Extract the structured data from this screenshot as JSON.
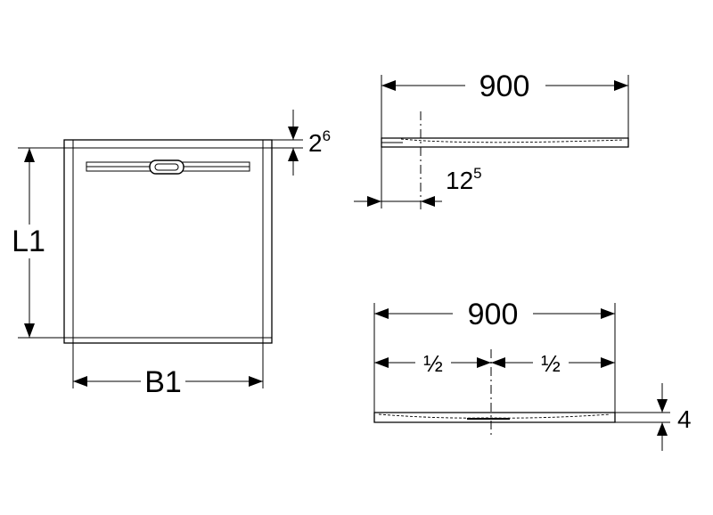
{
  "plan": {
    "length_label": "L1",
    "width_label": "B1",
    "edge_height_base": "2",
    "edge_height_sup": "6"
  },
  "side_view": {
    "width_label": "900",
    "offset_base": "12",
    "offset_sup": "5"
  },
  "front_view": {
    "width_label": "900",
    "half_left": "½",
    "half_right": "½",
    "height_label": "4"
  }
}
